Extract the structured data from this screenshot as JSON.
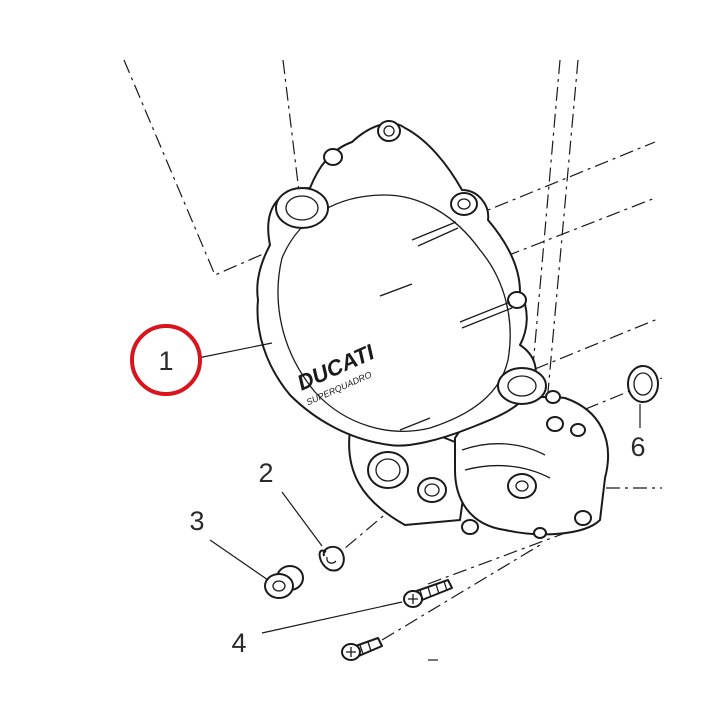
{
  "diagram": {
    "brand_text": "DUCATI",
    "brand_subtext": "SUPERQUADRO",
    "highlight_color": "#d9141d",
    "highlighted_callout": "1",
    "callouts": [
      {
        "id": "1",
        "label": "1"
      },
      {
        "id": "2",
        "label": "2"
      },
      {
        "id": "3",
        "label": "3"
      },
      {
        "id": "4",
        "label": "4"
      },
      {
        "id": "6",
        "label": "6"
      }
    ]
  }
}
